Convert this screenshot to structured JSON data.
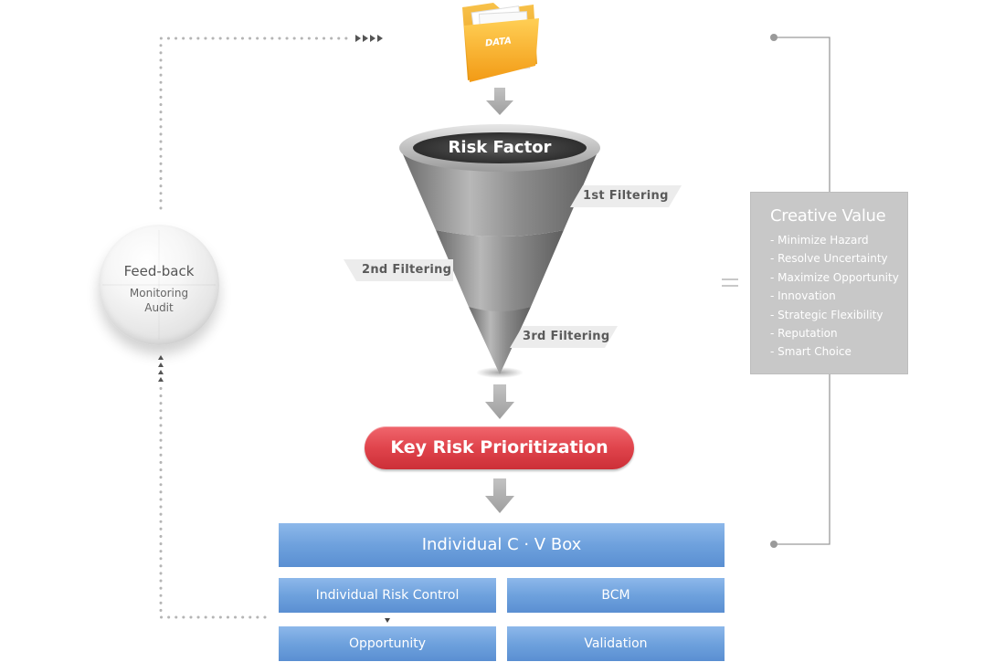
{
  "data_icon": {
    "label": "DATA",
    "color": "#f5a623"
  },
  "funnel": {
    "title": "Risk Factor",
    "filters": [
      "1st Filtering",
      "2nd Filtering",
      "3rd Filtering"
    ]
  },
  "feedback": {
    "title": "Feed-back",
    "items": [
      "Monitoring",
      "Audit"
    ]
  },
  "creative_value": {
    "title": "Creative Value",
    "items": [
      "- Minimize Hazard",
      "- Resolve Uncertainty",
      "- Maximize Opportunity",
      "- Innovation",
      "- Strategic Flexibility",
      "- Reputation",
      "- Smart Choice"
    ]
  },
  "priority": {
    "label": "Key Risk Prioritization",
    "color": "#e0444c"
  },
  "cv_box": {
    "title": "Individual C · V Box",
    "cells": [
      "Individual Risk Control",
      "BCM",
      "Opportunity",
      "Validation"
    ],
    "color": "#6ea1dd"
  }
}
